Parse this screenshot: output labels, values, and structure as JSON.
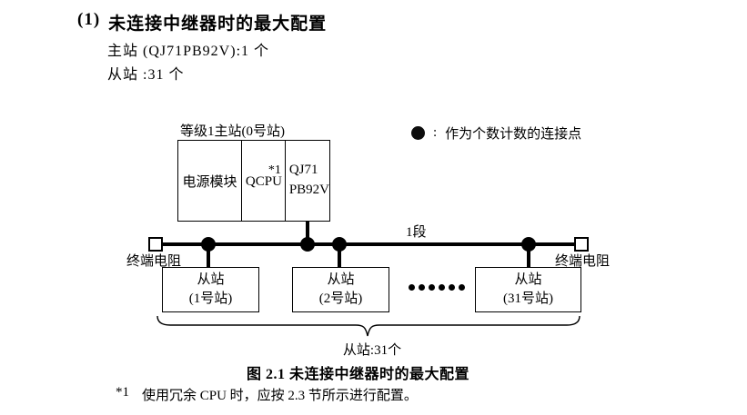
{
  "page": {
    "heading": {
      "number": "(1)",
      "text": "未连接中继器时的最大配置"
    },
    "spec_lines": [
      "主站 (QJ71PB92V):1 个",
      "从站 :31 个"
    ],
    "caption": "图 2.1 未连接中继器时的最大配置",
    "footnote": {
      "marker": "*1",
      "text": "使用冗余 CPU 时，应按 2.3 节所示进行配置。"
    }
  },
  "diagram": {
    "master": {
      "label": "等级1主站(0号站)",
      "modules": {
        "power": "电源模块",
        "cpu": "QCPU",
        "cpu_note": "*1",
        "network_line1": "QJ71",
        "network_line2": "PB92V"
      }
    },
    "legend": {
      "separator": ":",
      "text": "作为个数计数的连接点"
    },
    "segment_label": "1段",
    "terminators": {
      "left": "终端电阻",
      "right": "终端电阻"
    },
    "slaves": [
      {
        "line1": "从站",
        "line2": "(1号站)"
      },
      {
        "line1": "从站",
        "line2": "(2号站)"
      },
      {
        "line1": "从站",
        "line2": "(31号站)"
      }
    ],
    "brace_label": "从站:31个",
    "colors": {
      "ink": "#000000"
    }
  }
}
